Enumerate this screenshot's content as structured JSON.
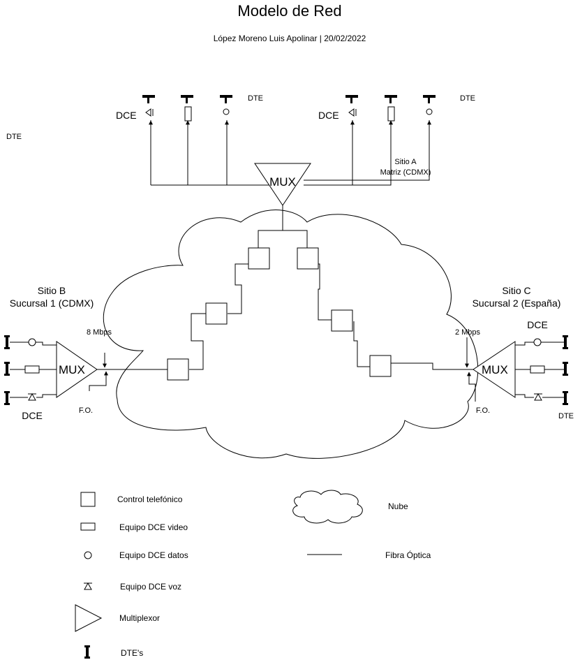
{
  "header": {
    "title": "Modelo de Red",
    "subtitle": "López Moreno Luis Apolinar | 20/02/2022"
  },
  "top": {
    "dte_left_far": "DTE",
    "left_group": {
      "dce_label": "DCE",
      "dte_label": "DTE"
    },
    "right_group": {
      "dce_label": "DCE",
      "dte_label": "DTE"
    },
    "mux_label": "MUX",
    "site_a_line1": "Sitio A",
    "site_a_line2": "Matriz (CDMX)"
  },
  "site_b": {
    "title_line1": "Sitio B",
    "title_line2": "Sucursal 1 (CDMX)",
    "speed": "8 Mbps",
    "mux_label": "MUX",
    "fo_label": "F.O.",
    "dce_label": "DCE"
  },
  "site_c": {
    "title_line1": "Sitio C",
    "title_line2": "Sucursal 2 (España)",
    "speed": "2 Mbps",
    "mux_label": "MUX",
    "fo_label": "F.O.",
    "dce_label": "DCE",
    "dte_label": "DTE"
  },
  "legend": {
    "control": "Control telefónico",
    "video": "Equipo DCE video",
    "datos": "Equipo DCE datos",
    "voz": "Equipo DCE voz",
    "mux": "Multiplexor",
    "dte": "DTE's",
    "nube": "Nube",
    "fibra": "Fibra Óptica"
  }
}
